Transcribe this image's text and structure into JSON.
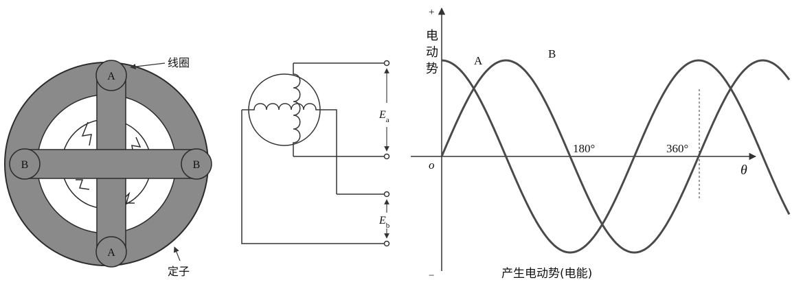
{
  "stator_diagram": {
    "coil_label": "线圈",
    "stator_label": "定子",
    "pole_a_top": "A",
    "pole_a_bottom": "A",
    "pole_b_left": "B",
    "pole_b_right": "B"
  },
  "circuit": {
    "ea_symbol": "E",
    "ea_sub": "a",
    "eb_symbol": "E",
    "eb_sub": "b"
  },
  "waveform": {
    "y_axis_label_chars": [
      "电",
      "动",
      "势"
    ],
    "y_plus": "+",
    "y_minus": "−",
    "origin_label": "o",
    "x_axis_label": "θ",
    "tick_180": "180°",
    "tick_360": "360°",
    "caption": "产生电动势(电能)",
    "series": [
      {
        "name": "A",
        "phase_shift_deg": 90
      },
      {
        "name": "B",
        "phase_shift_deg": 0
      }
    ],
    "colors": {
      "curve": "#4a4a4a",
      "axis": "#333333"
    }
  },
  "colors": {
    "stator_fill": "#8a8a8a",
    "stator_stroke": "#2b2b2b",
    "background": "#ffffff"
  }
}
